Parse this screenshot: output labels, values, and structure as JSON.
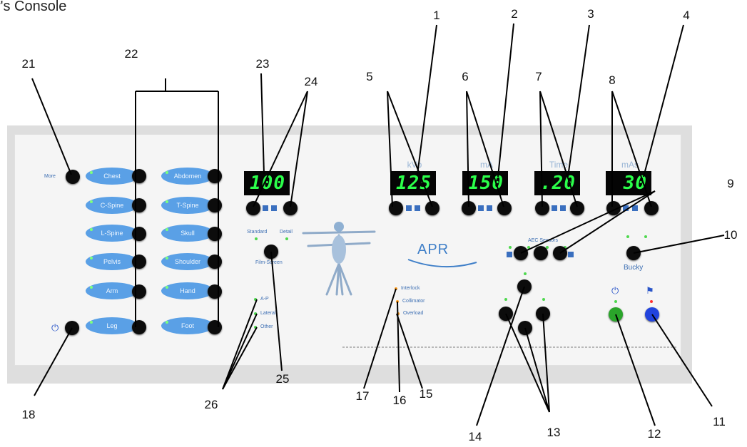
{
  "title": "r's Console",
  "callouts": {
    "c1": "1",
    "c2": "2",
    "c3": "3",
    "c4": "4",
    "c5": "5",
    "c6": "6",
    "c7": "7",
    "c8": "8",
    "c9": "9",
    "c10": "10",
    "c11": "11",
    "c12": "12",
    "c13": "13",
    "c14": "14",
    "c15": "15",
    "c16": "16",
    "c17": "17",
    "c18": "18",
    "c21": "21",
    "c22": "22",
    "c23": "23",
    "c24": "24",
    "c25": "25",
    "c26": "26"
  },
  "console": {
    "anatomy_left": [
      "Chest",
      "C-Spine",
      "L-Spine",
      "Pelvis",
      "Arm",
      "Leg"
    ],
    "anatomy_right": [
      "Abdomen",
      "T-Spine",
      "Skull",
      "Shoulder",
      "Hand",
      "Foot"
    ],
    "displays": {
      "apr": "100",
      "kvp": "125",
      "ma": "150",
      "time": ".20",
      "mas": "30"
    },
    "units": {
      "kvp": "kVp",
      "ma": "mA",
      "time": "Time",
      "mas": "mAs"
    },
    "apr_logo": "APR",
    "panel_labels": {
      "bucky": "Bucky",
      "interlock": "Interlock",
      "collimator": "Collimator",
      "overload": "Overload",
      "standard": "Standard",
      "detail": "Detail",
      "film_screen": "Film-Screen",
      "aec_sensors": "AEC Sensors",
      "ap": "A-P",
      "lateral": "Lateral",
      "other": "Other",
      "more": "More"
    }
  },
  "colors": {
    "pill": "#5aa0e6",
    "display_text": "#2bff4a",
    "power_green": "#2aa52a",
    "prep_blue": "#2244dd"
  },
  "icons": {
    "power": "power-icon",
    "prep": "prep-icon",
    "figure": "anatomical-figure-icon"
  }
}
